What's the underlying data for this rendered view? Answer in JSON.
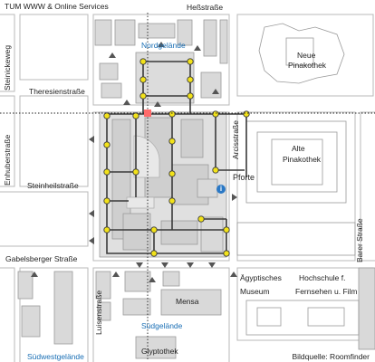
{
  "header": {
    "title": "TUM WWW & Online Services"
  },
  "streets": {
    "hessstrasse": "Heßstraße",
    "steinickeweg": "Steinickeweg",
    "theresienstrasse": "Theresienstraße",
    "enhuberstrasse": "Enhuberstraße",
    "steinheilstrasse": "Steinheilstraße",
    "gabelsberger": "Gabelsberger Straße",
    "arcisstrasse": "Arcisstraße",
    "barer": "Barer Straße",
    "luisenstrasse": "Luisenstraße"
  },
  "areas": {
    "nordgelaende": "Nordgelände",
    "suedgelaende": "Südgelände",
    "suedwestgelaende": "Südwestgelände"
  },
  "buildings": {
    "neue_pinakothek_1": "Neue",
    "neue_pinakothek_2": "Pinakothek",
    "alte_pinakothek_1": "Alte",
    "alte_pinakothek_2": "Pinakothek",
    "pforte": "Pforte",
    "aegypt_1": "Ägyptisches",
    "aegypt_2": "Museum",
    "hff_1": "Hochschule f.",
    "hff_2": "Fernsehen u. Film",
    "mensa": "Mensa",
    "glyptothek": "Glyptothek"
  },
  "source": "Bildquelle: Roomfinder",
  "info_glyph": "i",
  "colors": {
    "building": "#d9d9d9",
    "building_edge": "#9a9a9a",
    "path": "#3a3a3a",
    "node": "#f2e21a",
    "marker": "#ff6b6b",
    "label_blue": "#1a6fb5"
  }
}
